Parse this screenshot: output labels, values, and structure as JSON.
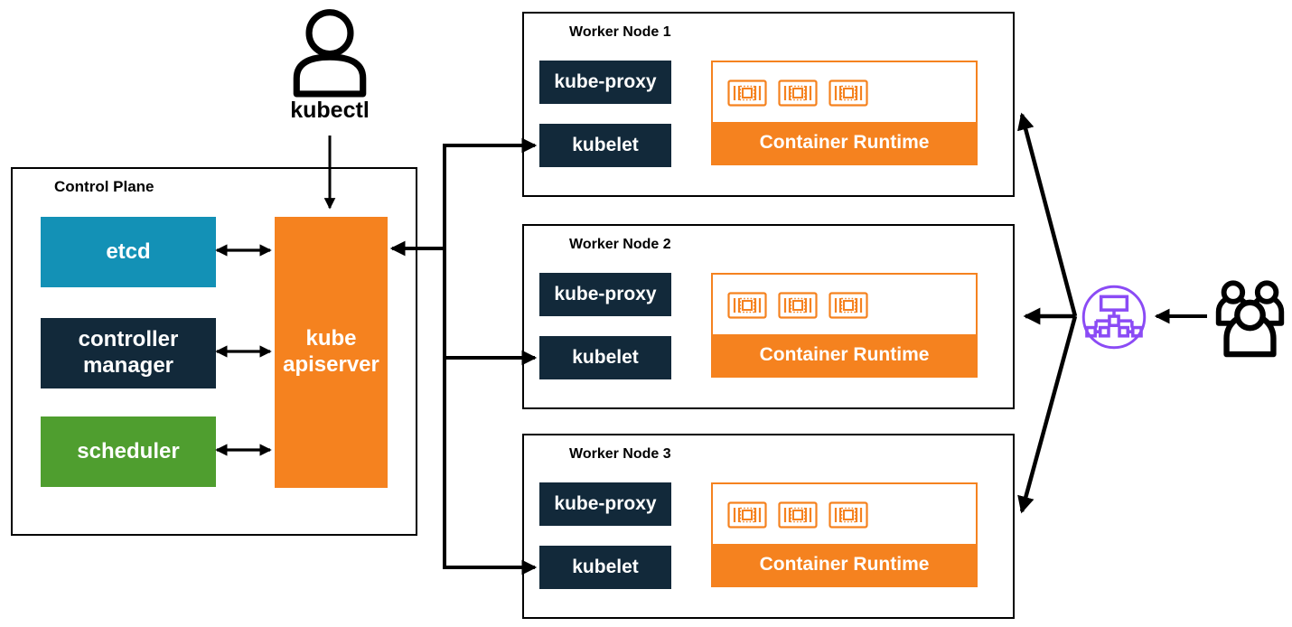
{
  "kubectl": {
    "label": "kubectl"
  },
  "control_plane": {
    "title": "Control Plane",
    "etcd": {
      "label": "etcd",
      "color": "#1391B6"
    },
    "controller_manager": {
      "label": "controller manager",
      "color": "#12293A"
    },
    "scheduler": {
      "label": "scheduler",
      "color": "#4F9E2F"
    },
    "apiserver": {
      "label": "kube apiserver",
      "color": "#F5821F"
    }
  },
  "worker_nodes": [
    {
      "title": "Worker Node 1",
      "kube_proxy_label": "kube-proxy",
      "kubelet_label": "kubelet",
      "container_runtime_label": "Container Runtime",
      "container_count": 3
    },
    {
      "title": "Worker Node 2",
      "kube_proxy_label": "kube-proxy",
      "kubelet_label": "kubelet",
      "container_runtime_label": "Container Runtime",
      "container_count": 3
    },
    {
      "title": "Worker Node 3",
      "kube_proxy_label": "kube-proxy",
      "kubelet_label": "kubelet",
      "container_runtime_label": "Container Runtime",
      "container_count": 3
    }
  ],
  "icons": {
    "kubectl_user": "person-icon",
    "load_balancer": "load-balancer-icon",
    "users": "users-icon",
    "container": "container-icon"
  },
  "colors": {
    "etcd_blue": "#1391B6",
    "navy": "#12293A",
    "scheduler_green": "#4F9E2F",
    "orange": "#F5821F",
    "purple": "#8B4BF5",
    "line_black": "#000000"
  }
}
